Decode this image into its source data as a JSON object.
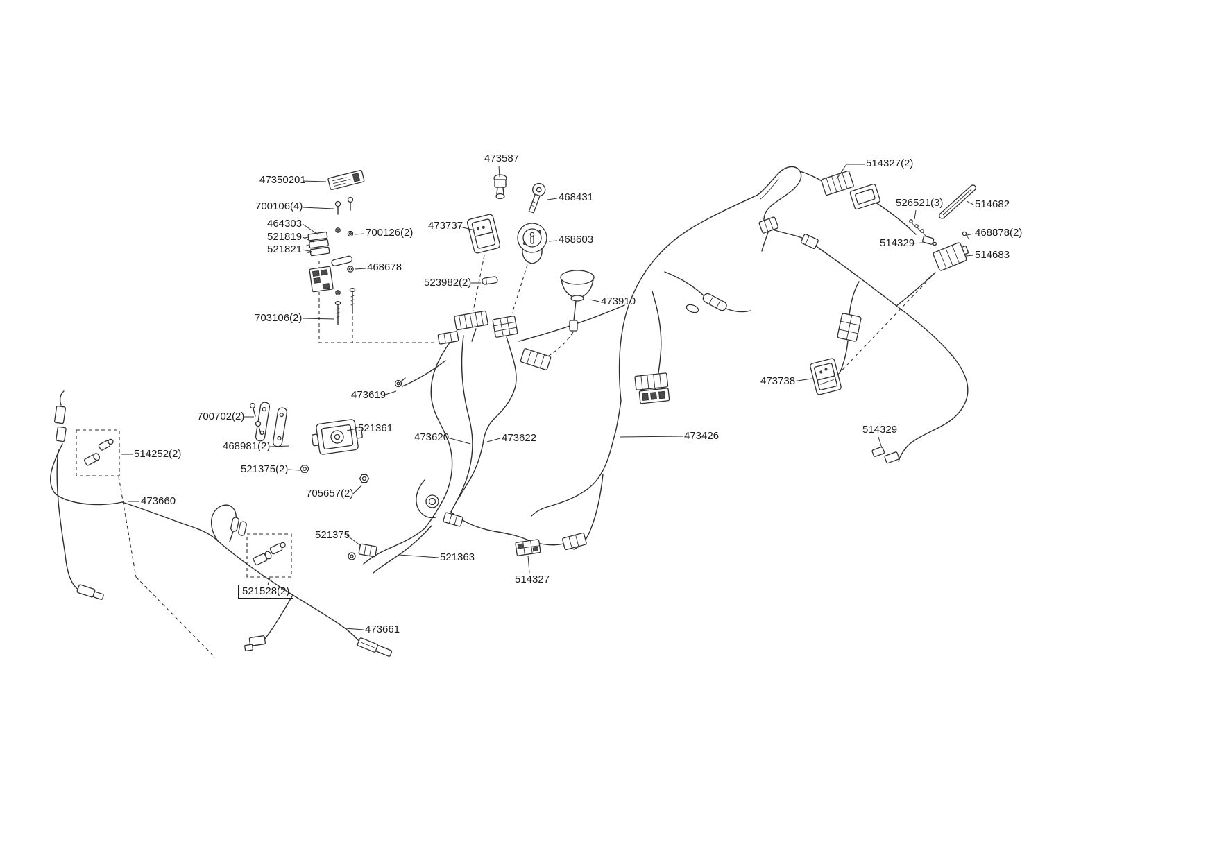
{
  "diagram": {
    "background_color": "#ffffff",
    "line_color": "#2e2e2e",
    "labels": [
      {
        "id": "47350201",
        "text": "47350201"
      },
      {
        "id": "700106-4",
        "text": "700106(4)"
      },
      {
        "id": "464303",
        "text": "464303"
      },
      {
        "id": "521819",
        "text": "521819"
      },
      {
        "id": "521821",
        "text": "521821"
      },
      {
        "id": "700126-2",
        "text": "700126(2)"
      },
      {
        "id": "468678",
        "text": "468678"
      },
      {
        "id": "703106-2",
        "text": "703106(2)"
      },
      {
        "id": "473587",
        "text": "473587"
      },
      {
        "id": "473737",
        "text": "473737"
      },
      {
        "id": "468431",
        "text": "468431"
      },
      {
        "id": "468603",
        "text": "468603"
      },
      {
        "id": "523982-2",
        "text": "523982(2)"
      },
      {
        "id": "473910",
        "text": "473910"
      },
      {
        "id": "514327-2",
        "text": "514327(2)"
      },
      {
        "id": "526521-3",
        "text": "526521(3)"
      },
      {
        "id": "514682",
        "text": "514682"
      },
      {
        "id": "468878-2",
        "text": "468878(2)"
      },
      {
        "id": "514329-top",
        "text": "514329"
      },
      {
        "id": "514683",
        "text": "514683"
      },
      {
        "id": "473738",
        "text": "473738"
      },
      {
        "id": "473619",
        "text": "473619"
      },
      {
        "id": "700702-2",
        "text": "700702(2)"
      },
      {
        "id": "521361",
        "text": "521361"
      },
      {
        "id": "468981-2",
        "text": "468981(2)"
      },
      {
        "id": "473620",
        "text": "473620"
      },
      {
        "id": "473622",
        "text": "473622"
      },
      {
        "id": "473426",
        "text": "473426"
      },
      {
        "id": "514329-bottom",
        "text": "514329"
      },
      {
        "id": "514252-2",
        "text": "514252(2)"
      },
      {
        "id": "521375-2",
        "text": "521375(2)"
      },
      {
        "id": "705657-2",
        "text": "705657(2)"
      },
      {
        "id": "473660",
        "text": "473660"
      },
      {
        "id": "521375",
        "text": "521375"
      },
      {
        "id": "521363",
        "text": "521363"
      },
      {
        "id": "514327",
        "text": "514327"
      },
      {
        "id": "521528-2",
        "text": "521528(2)"
      },
      {
        "id": "473661",
        "text": "473661"
      }
    ]
  }
}
